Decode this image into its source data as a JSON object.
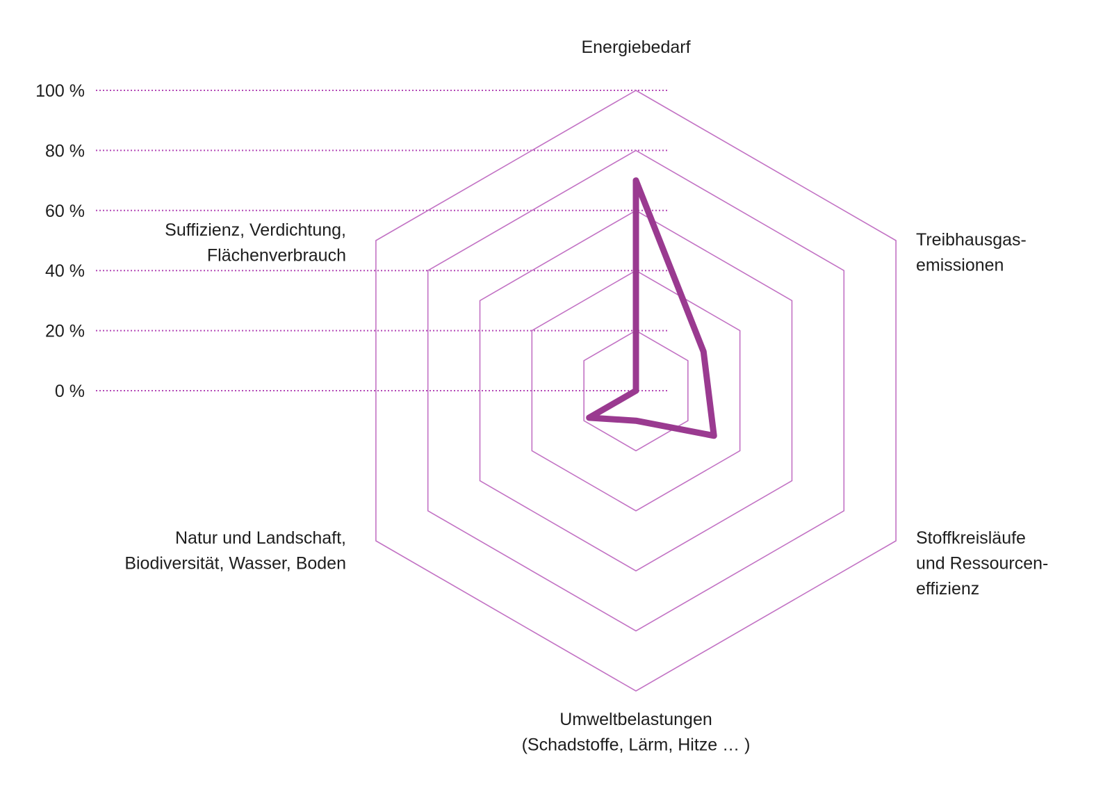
{
  "chart_data": {
    "type": "radar",
    "title": "",
    "axes": [
      {
        "label_lines": [
          "Energiebedarf"
        ]
      },
      {
        "label_lines": [
          "Treibhausgas-",
          "emissionen"
        ]
      },
      {
        "label_lines": [
          "Stoffkreisläufe",
          "und Ressourcen-",
          "effizienz"
        ]
      },
      {
        "label_lines": [
          "Umweltbelastungen",
          "(Schadstoffe, Lärm, Hitze … )"
        ]
      },
      {
        "label_lines": [
          "Natur und Landschaft,",
          "Biodiversität, Wasser, Boden"
        ]
      },
      {
        "label_lines": [
          "Suffizienz, Verdichtung,",
          "Flächenverbrauch"
        ]
      }
    ],
    "scale": {
      "min": 0,
      "max": 100,
      "unit": "%",
      "ticks": [
        0,
        20,
        40,
        60,
        80,
        100
      ],
      "tick_labels": [
        "0 %",
        "20 %",
        "40 %",
        "60 %",
        "80 %",
        "100 %"
      ]
    },
    "series": [
      {
        "name": "",
        "values": [
          70,
          26,
          30,
          10,
          18,
          0
        ],
        "color": "#9a3a90"
      }
    ],
    "grid_color": "#c272c4",
    "tick_line_color": "#b348b6",
    "legend": "none"
  }
}
